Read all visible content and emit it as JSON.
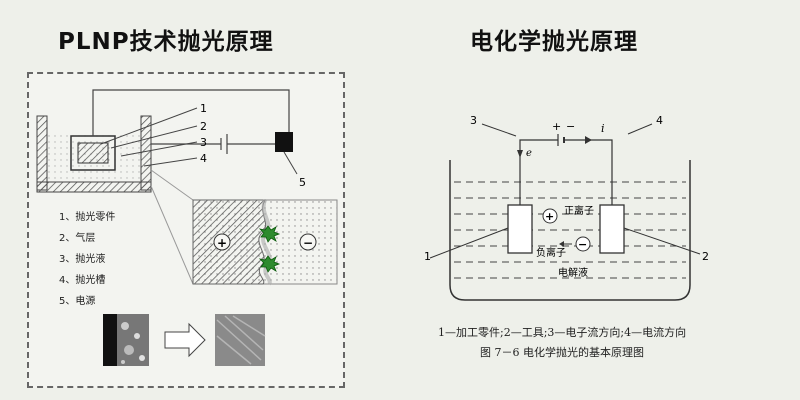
{
  "left": {
    "title": "PLNP技术抛光原理",
    "callouts": [
      "1",
      "2",
      "3",
      "4",
      "5"
    ],
    "legend": [
      "1、抛光零件",
      "2、气层",
      "3、抛光液",
      "4、抛光槽",
      "5、电源"
    ],
    "plus": "+",
    "minus": "−"
  },
  "right": {
    "title": "电化学抛光原理",
    "callouts": [
      "3",
      "4",
      "1",
      "2"
    ],
    "labels": {
      "plus": "+",
      "minus": "−",
      "e": "e",
      "i": "i",
      "cation": "正离子",
      "anion": "负离子",
      "electrolyte": "电解液"
    },
    "caption_line1": "1—加工零件;2—工具;3—电子流方向;4—电流方向",
    "caption_line2": "图 7－6   电化学抛光的基本原理图"
  }
}
